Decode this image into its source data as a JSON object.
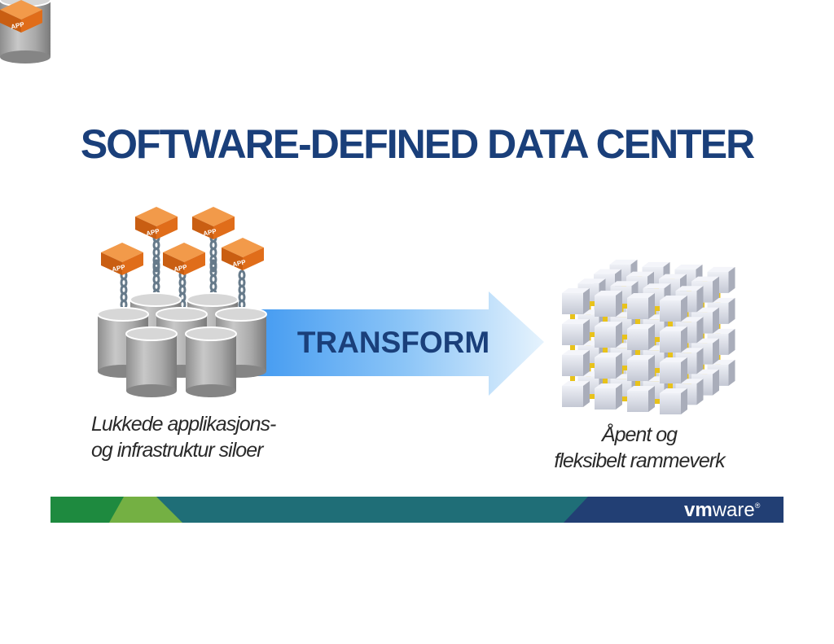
{
  "title": "SOFTWARE-DEFINED DATA CENTER",
  "arrow_label": "TRANSFORM",
  "app_label": "APP",
  "left_caption": [
    "Lukkede applikasjons-",
    "og infrastruktur siloer"
  ],
  "right_caption": [
    "Åpent og",
    "fleksibelt rammeverk"
  ],
  "brand": {
    "vm": "vm",
    "ware": "ware",
    "reg": "®"
  },
  "colors": {
    "title": "#1a3f7a",
    "app_box": "#e8761f",
    "arrow_light": "#d7ecfc",
    "arrow_dark": "#3a95f0",
    "footer_green": "#1e8a3f",
    "footer_lightgreen": "#74b043",
    "footer_teal": "#1f6e77",
    "footer_navy": "#223f74",
    "cube_connector": "#e8c21a"
  },
  "icons": [
    "app-box-icon",
    "chain-icon",
    "database-cylinder-icon",
    "transform-arrow-icon",
    "modular-cube-icon",
    "vmware-logo"
  ]
}
